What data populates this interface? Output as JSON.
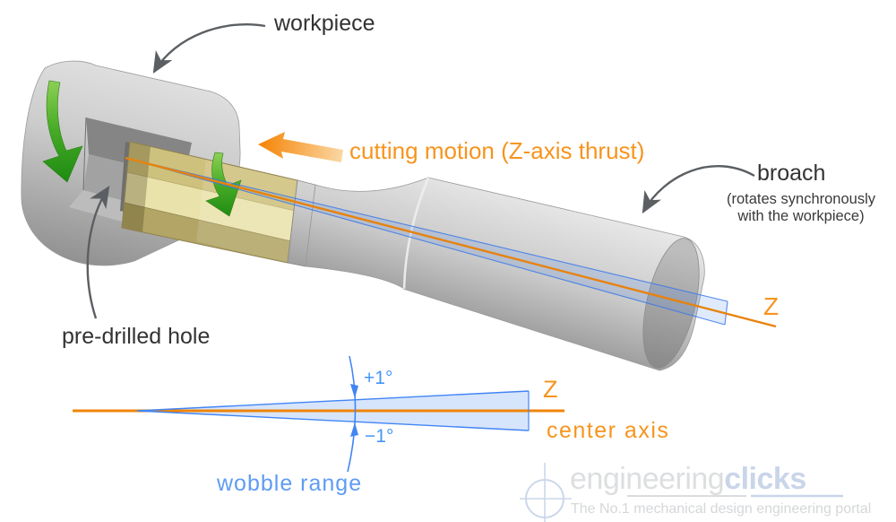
{
  "labels": {
    "workpiece": "workpiece",
    "cutting_motion": "cutting motion (Z-axis thrust)",
    "broach": "broach",
    "broach_note_line1": "(rotates synchronously",
    "broach_note_line2": "with the workpiece)",
    "pre_drilled_hole": "pre-drilled hole",
    "z_axis_3d": "Z"
  },
  "wobble_diagram": {
    "plus_angle": "+1°",
    "minus_angle": "−1°",
    "z_label": "Z",
    "center_axis_label": "center axis",
    "wobble_range_label": "wobble range",
    "wobble_angle_deg": 1
  },
  "watermark": {
    "brand_light": "engineering",
    "brand_accent": "clicks",
    "tagline": "The No.1 mechanical design engineering portal"
  },
  "colors": {
    "orange_text": "#f7941e",
    "orange_axis": "#ef8509",
    "blue_line": "#4285f4",
    "blue_text": "#4596f6",
    "light_blue_fill": "#d7e5fc",
    "green_arrow": "#3ea32a",
    "annotation_gray": "#5b5f63",
    "label_dark": "#333333",
    "brass_light": "#eae2ab",
    "brass_dark": "#b2a565",
    "steel_light": "#ececec",
    "steel_dark": "#828282"
  }
}
